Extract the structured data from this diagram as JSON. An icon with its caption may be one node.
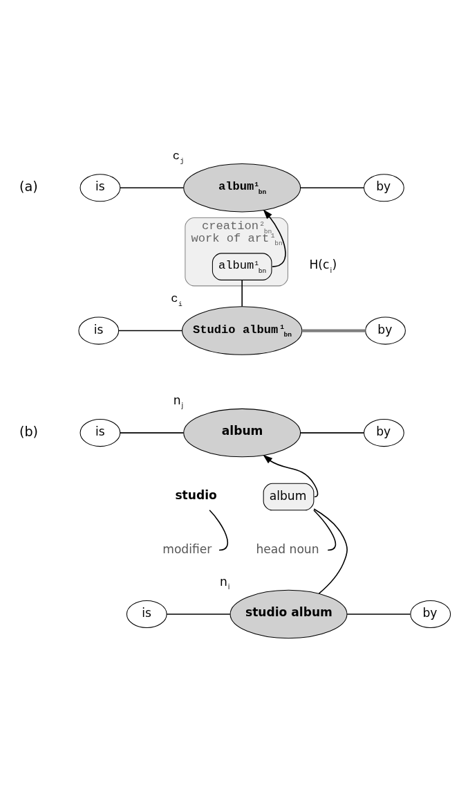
{
  "diagram": {
    "nodes": [
      {
        "text": [
          "is"
        ]
      },
      {
        "text": [
          "album$^{1}$$_{bn}$"
        ],
        "beside": [
          "c$_{j}$"
        ]
      },
      {
        "text": [
          "by"
        ]
      },
      {
        "text": [
          "creation$^{2}$$_{bn}$",
          "work of art$^{1}$$_{bn}$"
        ],
        "beside": [
          "H(c$_{i}$)"
        ]
      },
      {
        "text": [
          "album$^{1}$$_{bn}$"
        ],
        "in": 3
      },
      {
        "text": [
          "is"
        ]
      },
      {
        "text": [
          "Studio album$^{1}$$_{bn}$"
        ],
        "beside": [
          "c$_{i}$"
        ]
      },
      {
        "text": [
          "by"
        ]
      },
      {
        "text": [
          "is"
        ]
      },
      {
        "text": [
          "album"
        ],
        "beside": [
          "n$_{j}$"
        ]
      },
      {
        "text": [
          "by"
        ]
      },
      {
        "text": [
          "studio"
        ]
      },
      {
        "text": [
          "album"
        ]
      },
      {
        "text": [
          "modifier"
        ]
      },
      {
        "text": [
          "head noun"
        ]
      },
      {
        "text": [
          "is"
        ]
      },
      {
        "text": [
          "studio album"
        ],
        "beside": [
          "n$_{i}$"
        ]
      },
      {
        "text": [
          "by"
        ]
      }
    ],
    "edges": [
      {
        "from": 0,
        "to": 1,
        "arrow": "none"
      },
      {
        "from": 1,
        "to": 2,
        "arrow": "none"
      },
      {
        "from": 4,
        "to": 1,
        "arrow": "to"
      },
      {
        "from": 4,
        "to": 6,
        "arrow": "none"
      },
      {
        "from": 5,
        "to": 6,
        "arrow": "none"
      },
      {
        "from": 6,
        "to": 7,
        "arrow": "none",
        "style": "thick",
        "color": "#7f7f7f"
      },
      {
        "from": 8,
        "to": 9,
        "arrow": "none"
      },
      {
        "from": 9,
        "to": 10,
        "arrow": "none"
      },
      {
        "from": 12,
        "to": 9,
        "arrow": "to"
      },
      {
        "from": 13,
        "to": 11,
        "arrow": "none"
      },
      {
        "from": 14,
        "to": 12,
        "arrow": "none"
      },
      {
        "from": 12,
        "to": 16,
        "arrow": "none"
      },
      {
        "from": 15,
        "to": 16,
        "arrow": "none"
      },
      {
        "from": 16,
        "to": 17,
        "arrow": "none"
      }
    ],
    "labels": [
      "(a)",
      "(b)"
    ]
  }
}
